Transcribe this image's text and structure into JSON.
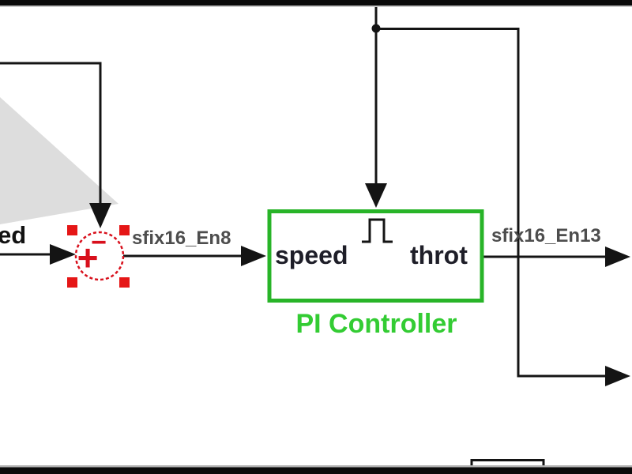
{
  "frame": {
    "top_bar_color": "#0a0a0a",
    "bottom_bar_color": "#0a0a0a",
    "canvas_color": "#ffffff"
  },
  "labels": {
    "left_partial": "ed",
    "sum_output_signal": "sfix16_En8",
    "controller_output_signal": "sfix16_En13"
  },
  "sum_block": {
    "type": "Sum",
    "sign_left": "+",
    "sign_top": "−",
    "selected": true,
    "outline_color": "#d8101c",
    "handle_color": "#e51616"
  },
  "pi_controller": {
    "name": "PI Controller",
    "input_port_label": "speed",
    "output_port_label": "throt",
    "border_color": "#28b428",
    "name_color": "#33cc33",
    "trigger_icon": "pulse"
  },
  "wire_color": "#141414",
  "signal_label_color": "#4d4d4d"
}
